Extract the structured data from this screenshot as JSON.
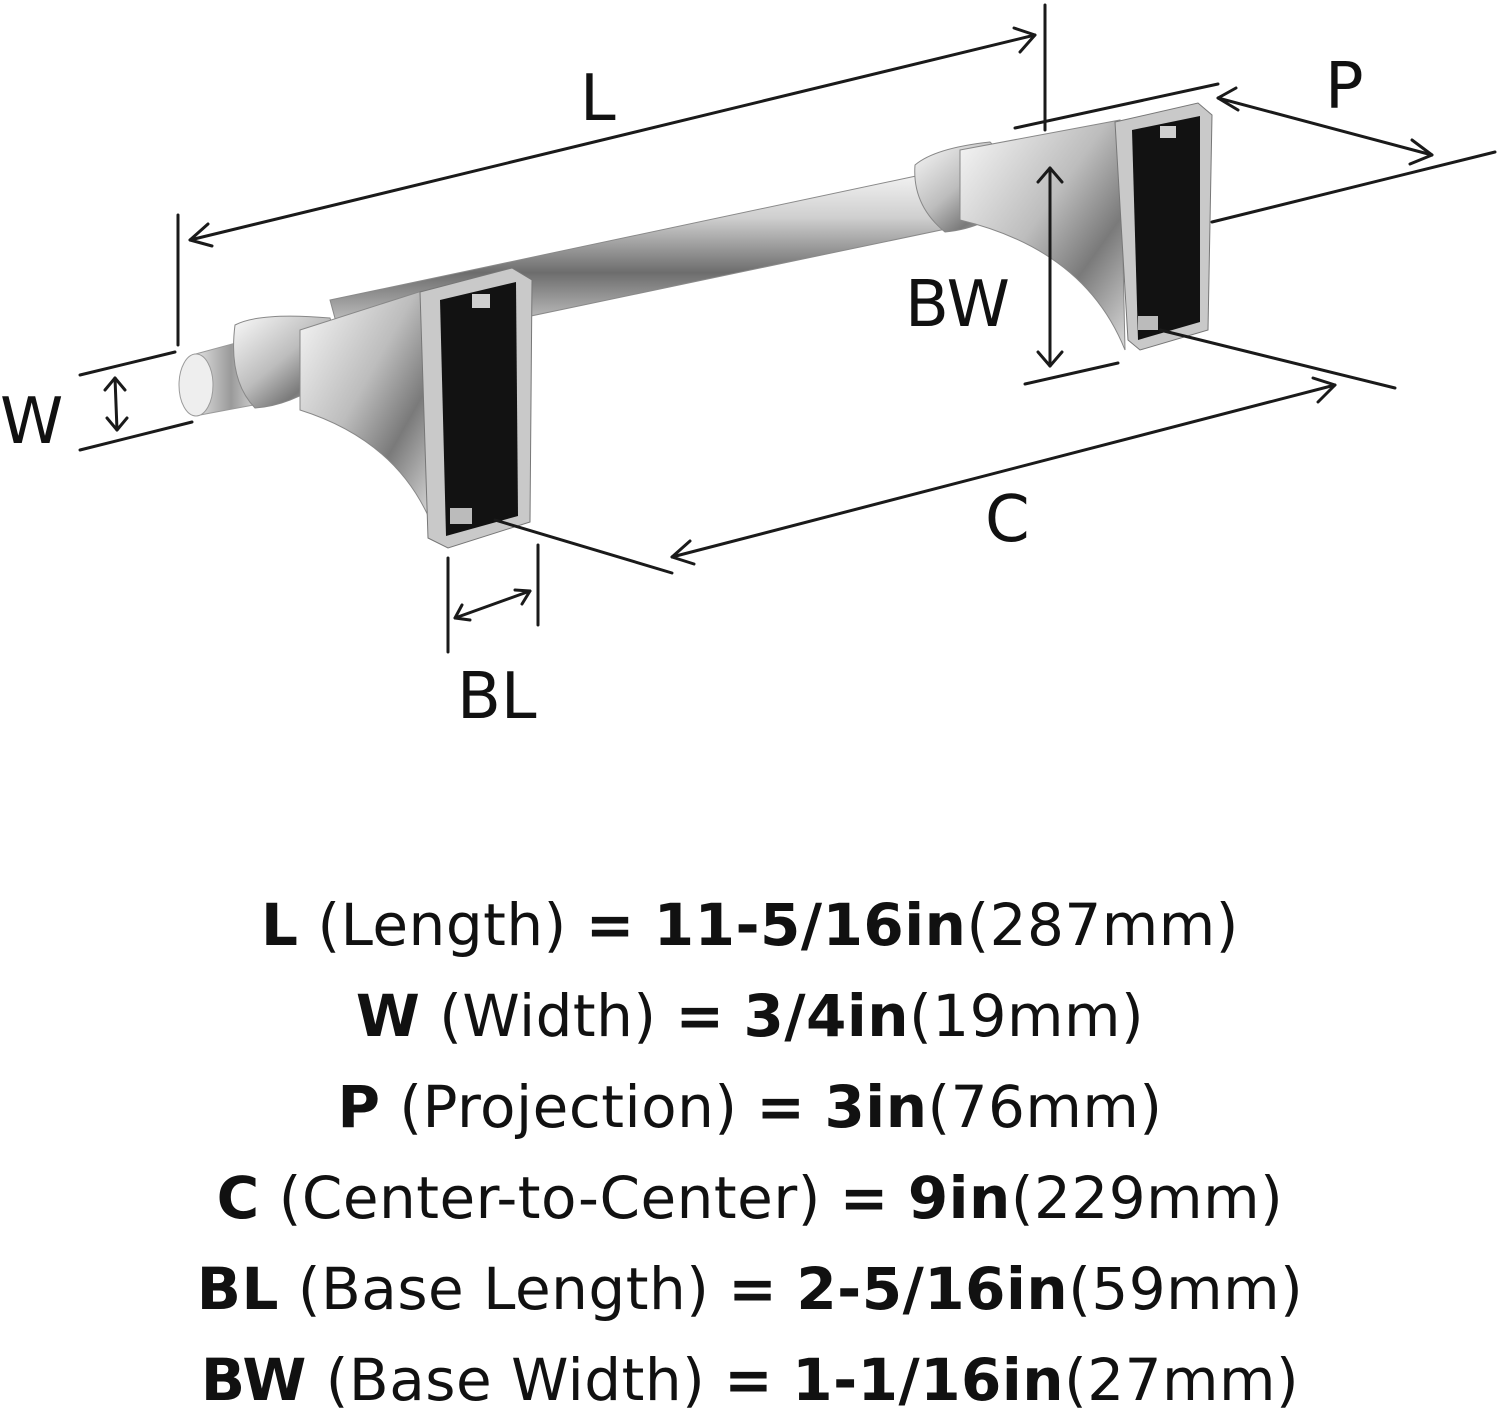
{
  "diagram": {
    "labels": {
      "L": "L",
      "P": "P",
      "W": "W",
      "BW": "BW",
      "C": "C",
      "BL": "BL"
    }
  },
  "specs": [
    {
      "key": "L",
      "desc": "(Length)",
      "eq": "=",
      "imperial": "11-5/16in",
      "metric": "(287mm)"
    },
    {
      "key": "W",
      "desc": "(Width)",
      "eq": "=",
      "imperial": "3/4in",
      "metric": "(19mm)"
    },
    {
      "key": "P",
      "desc": "(Projection)",
      "eq": "=",
      "imperial": "3in",
      "metric": "(76mm)"
    },
    {
      "key": "C",
      "desc": "(Center-to-Center)",
      "eq": "=",
      "imperial": "9in",
      "metric": "(229mm)"
    },
    {
      "key": "BL",
      "desc": "(Base Length)",
      "eq": "=",
      "imperial": "2-5/16in",
      "metric": "(59mm)"
    },
    {
      "key": "BW",
      "desc": "(Base Width)",
      "eq": "=",
      "imperial": "1-1/16in",
      "metric": "(27mm)"
    }
  ]
}
